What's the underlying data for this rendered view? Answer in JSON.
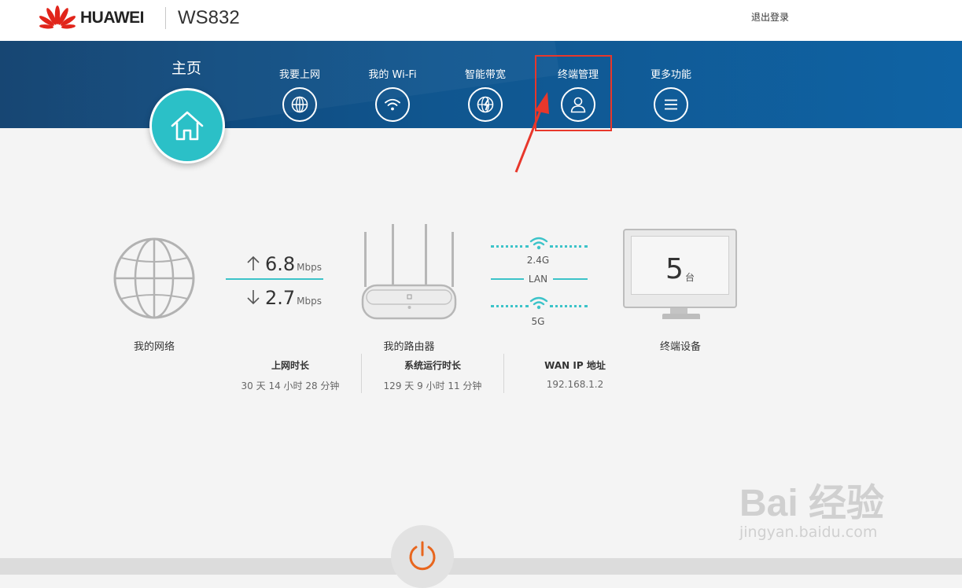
{
  "header": {
    "brand": "HUAWEI",
    "model": "WS832",
    "logout_label": "退出登录",
    "brand_color": "#e1251b"
  },
  "nav": {
    "home_label": "主页",
    "items": [
      {
        "label": "我要上网",
        "icon": "globe-icon"
      },
      {
        "label": "我的 Wi-Fi",
        "icon": "wifi-icon"
      },
      {
        "label": "智能带宽",
        "icon": "bandwidth-globe-icon"
      },
      {
        "label": "终端管理",
        "icon": "user-icon"
      },
      {
        "label": "更多功能",
        "icon": "menu-icon"
      }
    ],
    "accent_color": "#2bc0c7",
    "highlight_color": "#e8372b"
  },
  "status": {
    "network_label": "我的网络",
    "upload_value": "6.8",
    "download_value": "2.7",
    "speed_unit": "Mbps",
    "router_label": "我的路由器",
    "band_24": "2.4G",
    "band_lan": "LAN",
    "band_5g": "5G",
    "devices_count": "5",
    "devices_unit": "台",
    "devices_label": "终端设备"
  },
  "stats": [
    {
      "title": "上网时长",
      "value": "30 天 14 小时 28 分钟"
    },
    {
      "title": "系统运行时长",
      "value": "129 天 9 小时 11 分钟"
    },
    {
      "title": "WAN IP 地址",
      "value": "192.168.1.2"
    }
  ],
  "watermark": {
    "main": "Bai 经验",
    "sub": "jingyan.baidu.com"
  }
}
